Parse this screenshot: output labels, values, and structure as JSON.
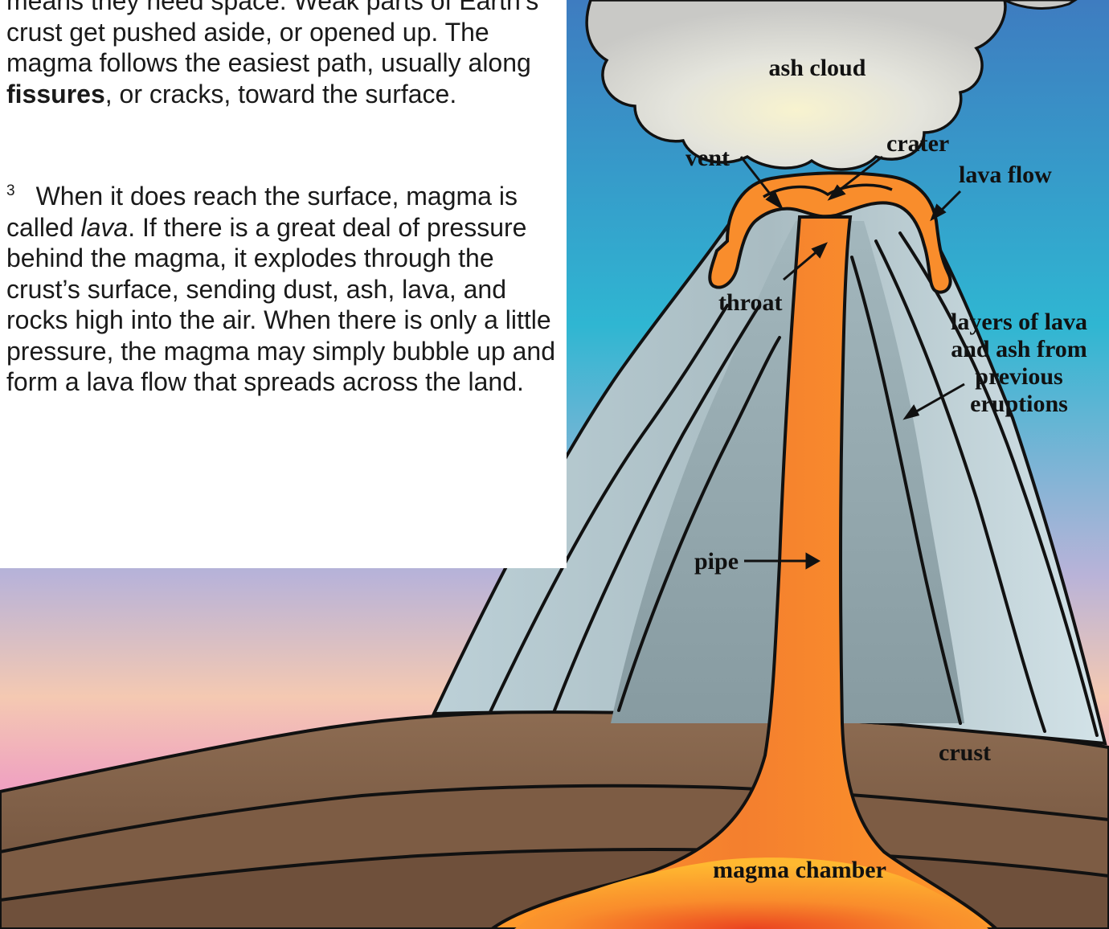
{
  "passage": {
    "para2": {
      "before": "means they need space. Weak parts of Earth’s crust get pushed aside, or opened up. The magma follows the easiest path, usually along ",
      "term": "fissures",
      "after": ", or cracks, toward the surface."
    },
    "para3": {
      "number": "3",
      "before": "When it does reach the surface, magma is called ",
      "term": "lava",
      "after": ". If there is a great deal of pressure behind the magma, it explodes through the crust’s surface, sending dust, ash, lava, and rocks high into the air. When there is only a little pressure, the magma may simply bubble up and form a lava flow that spreads across the land."
    }
  },
  "diagram": {
    "labels": {
      "ash_cloud": "ash cloud",
      "vent": "vent",
      "crater": "crater",
      "lava_flow": "lava flow",
      "throat": "throat",
      "layers": [
        "layers of lava",
        "and ash from",
        "previous",
        "eruptions"
      ],
      "pipe": "pipe",
      "crust": "crust",
      "magma_chamber": "magma chamber"
    },
    "colors": {
      "sky_top": "#3e7cc0",
      "sky_mid": "#2fb6d2",
      "sky_low": "#f4c9b2",
      "sky_horizon": "#ee94c6",
      "cone_light": "#c9dde3",
      "cone_dark": "#93a7ad",
      "lava_orange": "#f98d2c",
      "lava_yellow": "#ffb830",
      "lava_red": "#ea4320",
      "crust_brown": "#7a5a42",
      "ash_cloud": "#d9d9d4"
    }
  }
}
